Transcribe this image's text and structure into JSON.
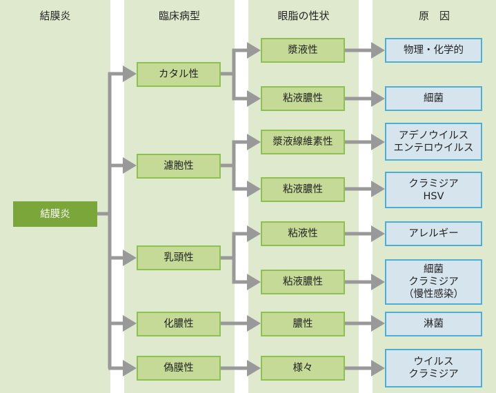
{
  "columns": [
    {
      "header": "結膜炎"
    },
    {
      "header": "臨床病型"
    },
    {
      "header": "眼脂の性状"
    },
    {
      "header": "原　因"
    }
  ],
  "root": {
    "label": "結膜炎"
  },
  "clinical_types": [
    {
      "label": "カタル性"
    },
    {
      "label": "濾胞性"
    },
    {
      "label": "乳頭性"
    },
    {
      "label": "化膿性"
    },
    {
      "label": "偽膜性"
    }
  ],
  "discharge": [
    {
      "label": "漿液性",
      "parent": 0
    },
    {
      "label": "粘液膿性",
      "parent": 0
    },
    {
      "label": "漿液線維素性",
      "parent": 1
    },
    {
      "label": "粘液膿性",
      "parent": 1
    },
    {
      "label": "粘液性",
      "parent": 2
    },
    {
      "label": "粘液膿性",
      "parent": 2
    },
    {
      "label": "膿性",
      "parent": 3
    },
    {
      "label": "様々",
      "parent": 4
    }
  ],
  "causes": [
    {
      "label": "物理・化学的"
    },
    {
      "label": "細菌"
    },
    {
      "label": "アデノウイルス\nエンテロウイルス"
    },
    {
      "label": "クラミジア\nHSV"
    },
    {
      "label": "アレルギー"
    },
    {
      "label": "細菌\nクラミジア\n（慢性感染）"
    },
    {
      "label": "淋菌"
    },
    {
      "label": "ウイルス\nクラミジア"
    }
  ],
  "colors": {
    "column_bg": "#dfe9cd",
    "root_fill": "#7aa63a",
    "green_fill": "#c5da96",
    "green_border": "#8cc051",
    "blue_fill": "#d6e4ed",
    "blue_border": "#4aaed6",
    "connector": "#999999"
  }
}
